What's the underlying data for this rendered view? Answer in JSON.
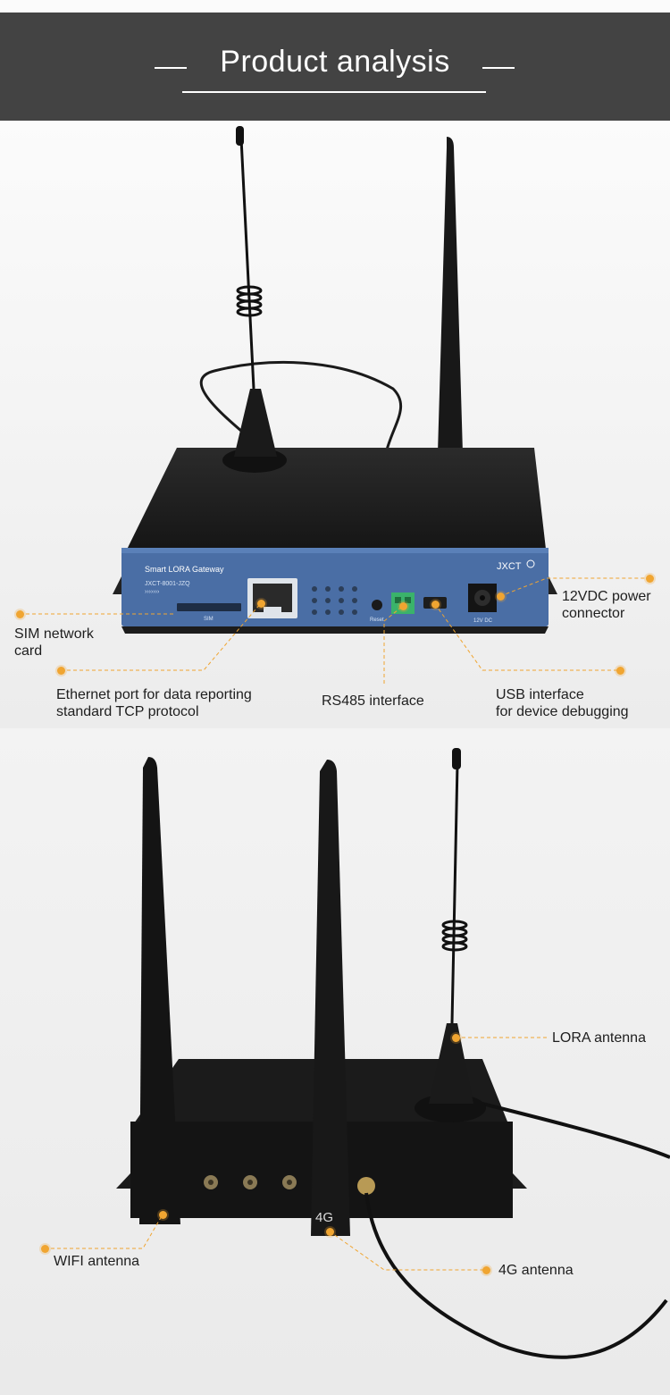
{
  "header": {
    "title": "Product analysis"
  },
  "device_front": {
    "brand": "Smart LORA Gateway",
    "model": "JXCT-8001-JZQ",
    "logo": "JXCT",
    "sim_slot_text": "SIM",
    "reset_text": "Reset",
    "power_text": "12V DC"
  },
  "callouts_top": {
    "sim": "SIM network card",
    "ethernet_line1": "Ethernet port for data reporting",
    "ethernet_line2": "standard TCP protocol",
    "rs485": "RS485 interface",
    "usb_line1": "USB interface",
    "usb_line2": "for device debugging",
    "power_line1": "12VDC power",
    "power_line2": "connector"
  },
  "callouts_bottom": {
    "lora": "LORA antenna",
    "wifi": "WIFI antenna",
    "g4": "4G antenna",
    "antenna_marking": "4G"
  },
  "colors": {
    "header_bg": "#434343",
    "accent": "#f0a531",
    "device_panel": "#4a6ea5"
  }
}
